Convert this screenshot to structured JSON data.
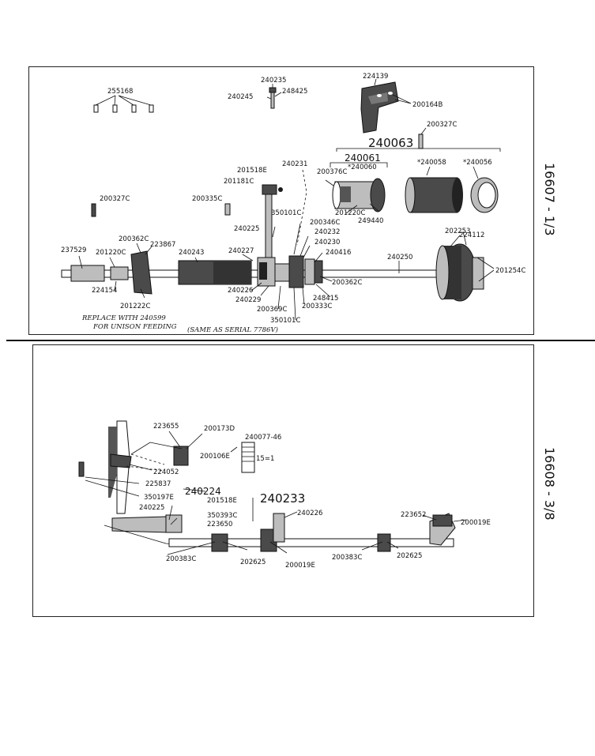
{
  "top_panel": {
    "side_label": "16607 - 1/3",
    "labels": {
      "p255168": "255168",
      "p240235": "240235",
      "p240245": "240245",
      "p248425": "248425",
      "p224139": "224139",
      "p200164b": "200164B",
      "p200327c_a": "200327C",
      "p240063": "240063",
      "p240061": "240061",
      "p200376c": "200376C",
      "p240060": "*240060",
      "p240058": "*240058",
      "p240056": "*240056",
      "p240231": "240231",
      "p201518e": "201518E",
      "p201181c": "201181C",
      "p200327c_b": "200327C",
      "p200335c": "200335C",
      "p201220c_a": "201220C",
      "p249440": "249440",
      "p350101c_a": "350101C",
      "p200346c": "200346C",
      "p240232": "240232",
      "p240225": "240225",
      "p240230": "240230",
      "p202253": "202253",
      "p224112": "224112",
      "p200362c_a": "200362C",
      "p223867": "223867",
      "p237529": "237529",
      "p201220c_b": "201220C",
      "p240243": "240243",
      "p240227": "240227",
      "p240416": "240416",
      "p240250": "240250",
      "p201254c": "201254C",
      "p224154": "224154",
      "p240226": "240226",
      "p200362c_b": "200362C",
      "p240229": "240229",
      "p248415": "248415",
      "p201222c": "201222C",
      "p200369c": "200369C",
      "p200333c": "200333C",
      "p350101c_b": "350101C"
    },
    "note_line1": "REPLACE WITH 240599",
    "note_line2": "FOR UNISON FEEDING",
    "note_line3": "(SAME AS SERIAL 7786V)"
  },
  "bottom_panel": {
    "side_label": "16608 - 3/8",
    "labels": {
      "p223655": "223655",
      "p200173d": "200173D",
      "p240077_46": "240077-46",
      "p200106e": "200106E",
      "p15x1": "15=1",
      "p224052": "224052",
      "p225837": "225837",
      "p240224": "240224",
      "p201518e": "201518E",
      "p240233": "240233",
      "p350197e": "350197E",
      "p350393c": "350393C",
      "p240226": "240226",
      "p240225": "240225",
      "p223650": "223650",
      "p223652": "223652",
      "p200019e_a": "200019E",
      "p200383c_a": "200383C",
      "p202625_a": "202625",
      "p200019e_b": "200019E",
      "p200383c_b": "200383C",
      "p202625_b": "202625"
    }
  }
}
